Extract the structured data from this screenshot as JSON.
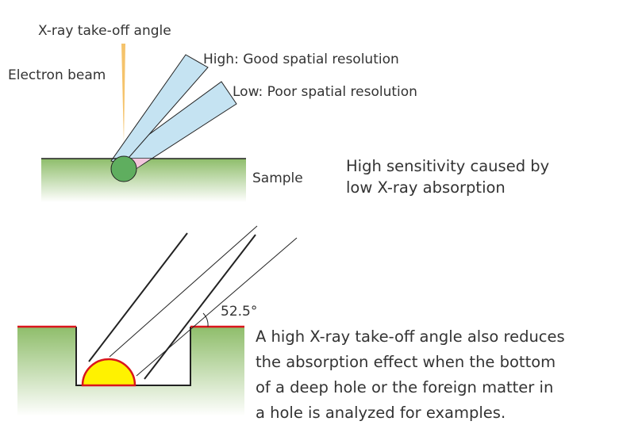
{
  "top_panel": {
    "takeoff_label": "X-ray take-off angle",
    "electron_beam_label": "Electron beam",
    "high_label": "High: Good spatial resolution",
    "low_label": "Low: Poor spatial resolution",
    "sample_label": "Sample",
    "sensitivity_line1": "High sensitivity caused by",
    "sensitivity_line2": "low X-ray absorption"
  },
  "bottom_panel": {
    "angle_label": "52.5°",
    "description": [
      "A high X-ray take-off angle also reduces",
      "the absorption effect when the bottom",
      "of a deep hole or the foreign matter in",
      "a hole is analyzed for examples."
    ]
  },
  "colors": {
    "beam": "#f5c36b",
    "xray_band": "#c5e3f2",
    "sample_green": "#8ebd6a",
    "interaction_green": "#5fae5f",
    "foreign_matter": "#fff200",
    "hole_edge": "#d9161c"
  }
}
